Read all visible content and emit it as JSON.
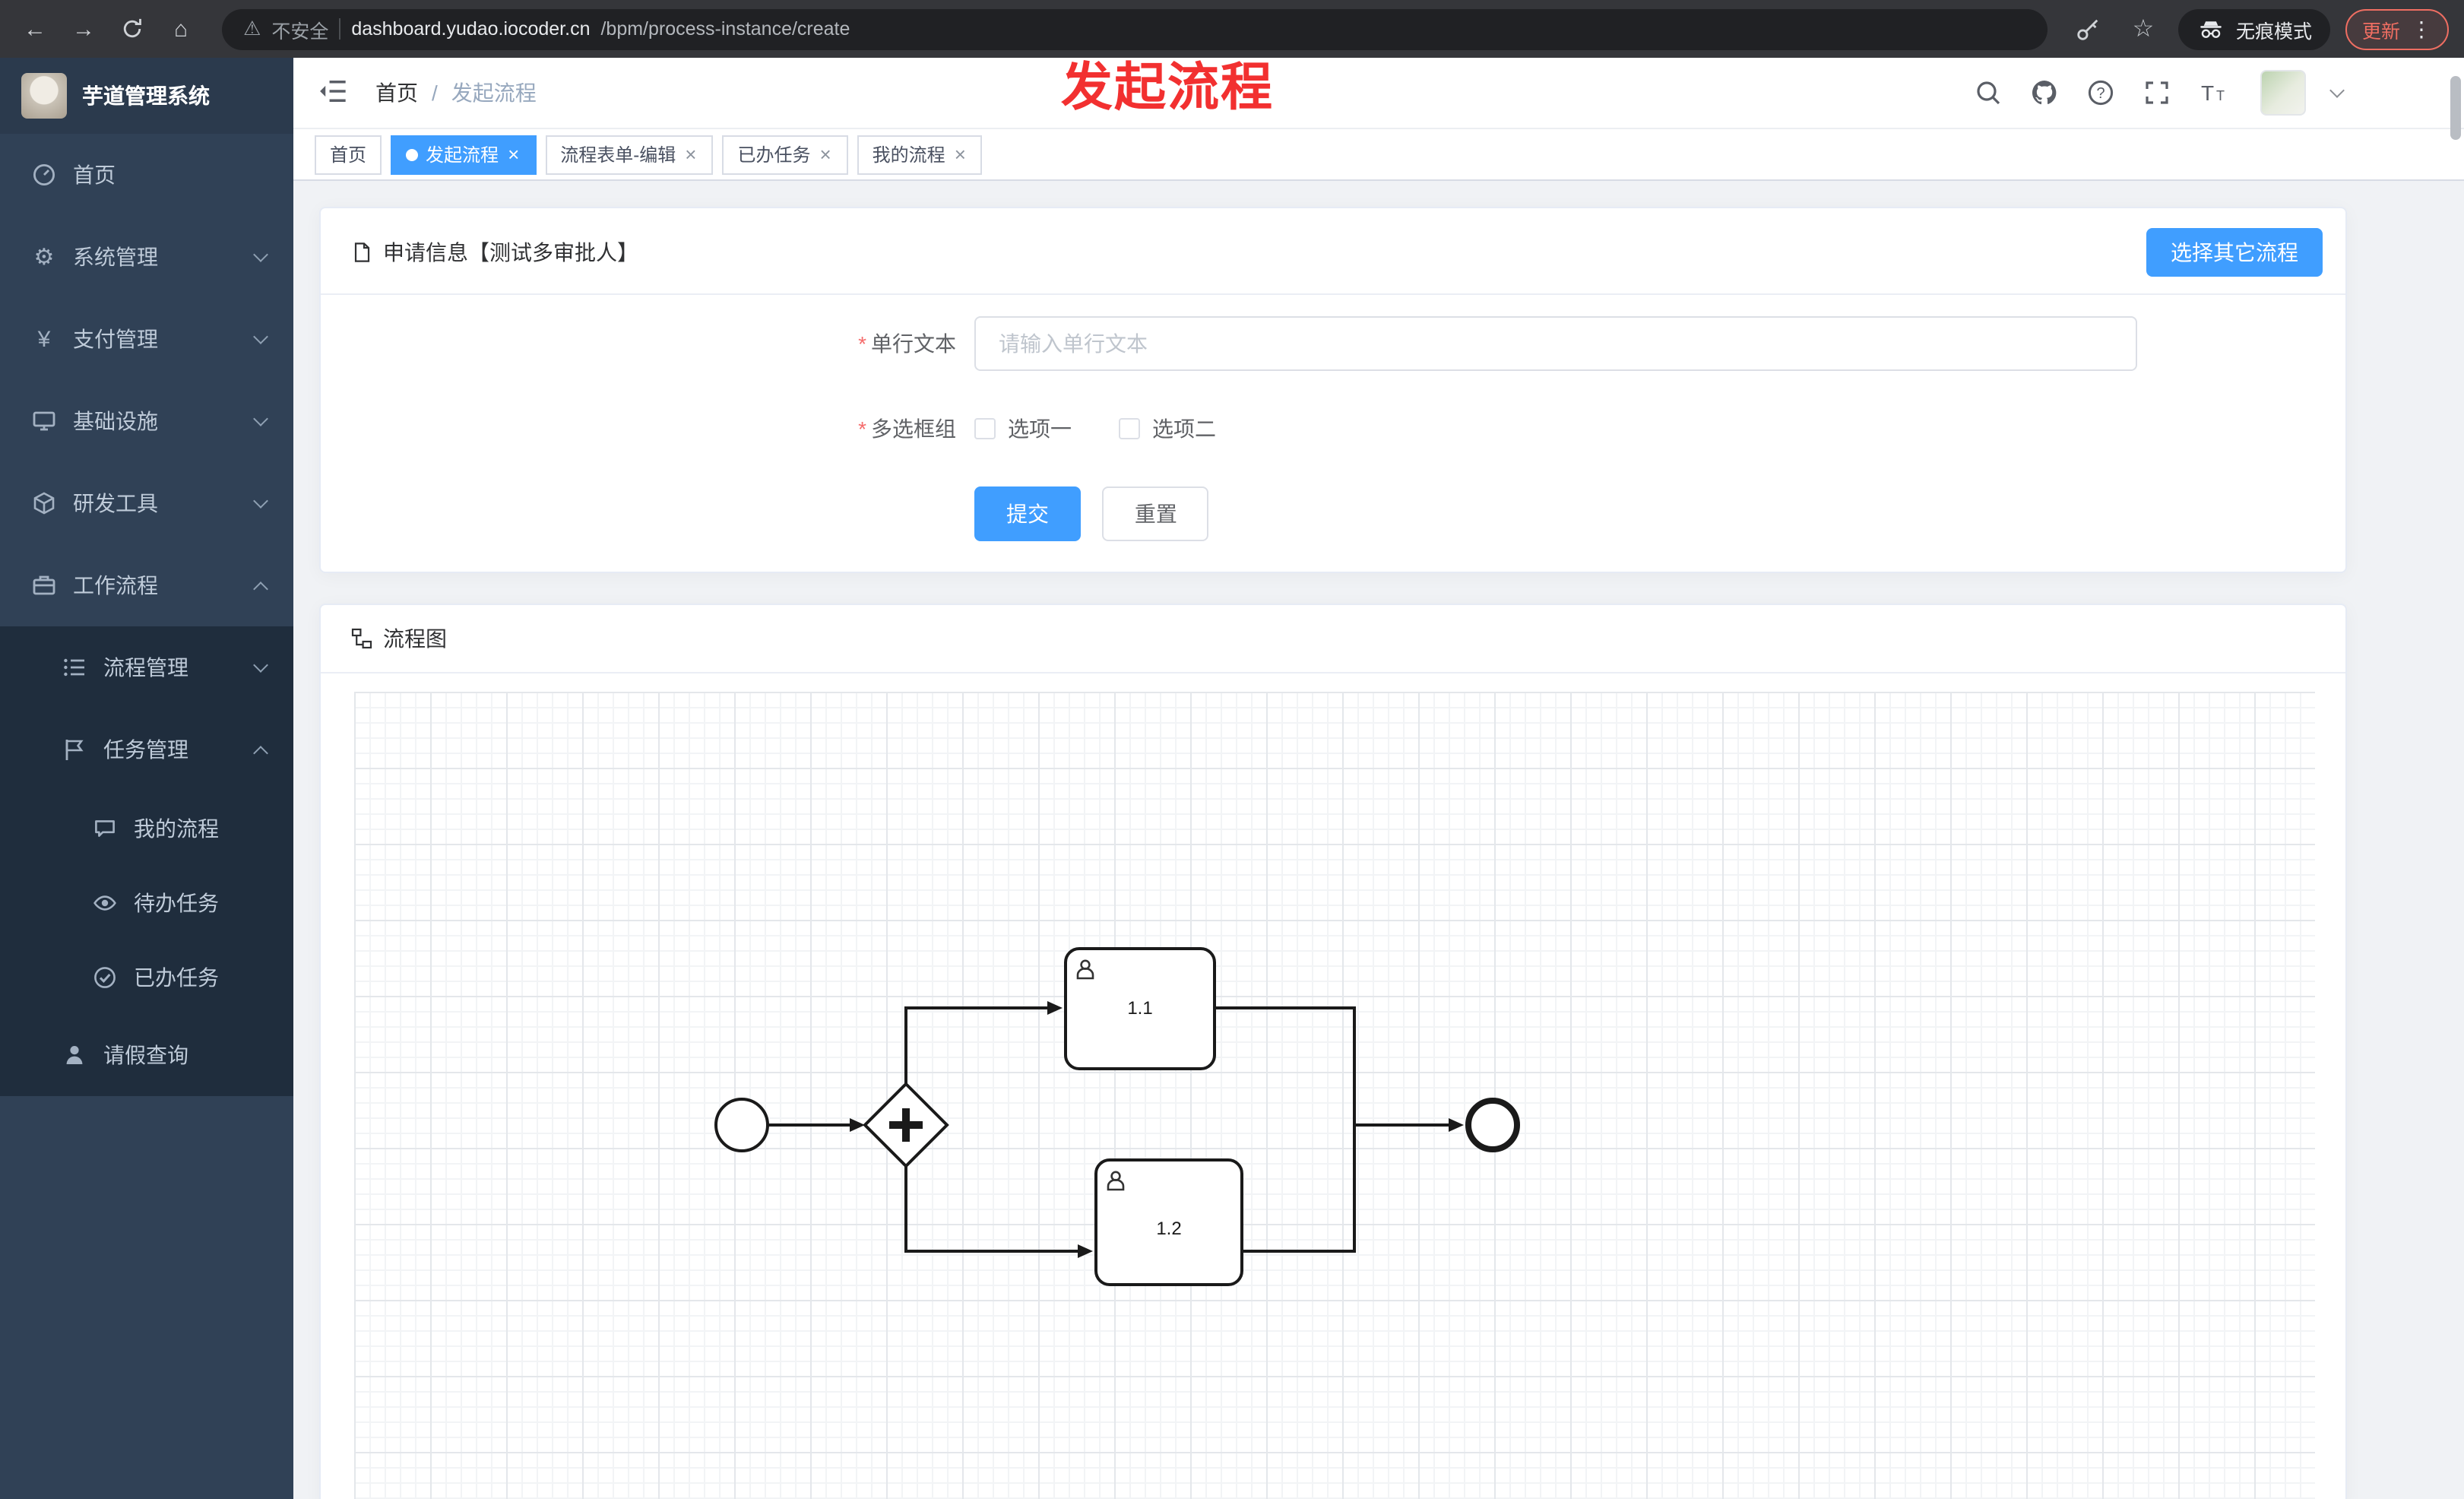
{
  "browser": {
    "back_icon": "←",
    "forward_icon": "→",
    "home_icon": "⌂",
    "warning_icon": "⚠",
    "security_label": "不安全",
    "url_domain": "dashboard.yudao.iocoder.cn",
    "url_path": "/bpm/process-instance/create",
    "star_icon": "☆",
    "incognito_label": "无痕模式",
    "update_label": "更新",
    "menu_dots_icon": "⋮"
  },
  "annotation": {
    "title": "发起流程"
  },
  "sidebar": {
    "logo_title": "芋道管理系统",
    "gear_icon": "⚙",
    "yen_icon": "¥",
    "items": [
      {
        "label": "首页"
      },
      {
        "label": "系统管理"
      },
      {
        "label": "支付管理"
      },
      {
        "label": "基础设施"
      },
      {
        "label": "研发工具"
      },
      {
        "label": "工作流程"
      },
      {
        "label": "流程管理"
      },
      {
        "label": "任务管理"
      },
      {
        "label": "我的流程"
      },
      {
        "label": "待办任务"
      },
      {
        "label": "已办任务"
      },
      {
        "label": "请假查询"
      }
    ]
  },
  "breadcrumb": {
    "home": "首页",
    "separator": "/",
    "current": "发起流程"
  },
  "tabs": [
    {
      "label": "首页",
      "active": false,
      "closable": false
    },
    {
      "label": "发起流程",
      "active": true,
      "closable": true
    },
    {
      "label": "流程表单-编辑",
      "active": false,
      "closable": true
    },
    {
      "label": "已办任务",
      "active": false,
      "closable": true
    },
    {
      "label": "我的流程",
      "active": false,
      "closable": true
    }
  ],
  "icons": {
    "close": "×"
  },
  "form_card": {
    "title": "申请信息【测试多审批人】",
    "choose_other_label": "选择其它流程",
    "required_mark": "*",
    "text_field": {
      "label": "单行文本",
      "placeholder": "请输入单行文本",
      "value": ""
    },
    "checkbox_group": {
      "label": "多选框组",
      "options": [
        {
          "label": "选项一",
          "checked": false
        },
        {
          "label": "选项二",
          "checked": false
        }
      ]
    },
    "submit_label": "提交",
    "reset_label": "重置"
  },
  "diagram_card": {
    "title": "流程图",
    "nodes": {
      "start": "start-event",
      "gateway": "parallel-gateway",
      "end": "end-event"
    },
    "tasks": [
      {
        "label": "1.1"
      },
      {
        "label": "1.2"
      }
    ]
  },
  "colors": {
    "primary": "#409eff",
    "sidebar_bg": "#304156",
    "submenu_bg": "#1f2d3d",
    "danger": "#f56c6c",
    "annotation_red": "#f23030",
    "active_tab": "#409eff"
  }
}
